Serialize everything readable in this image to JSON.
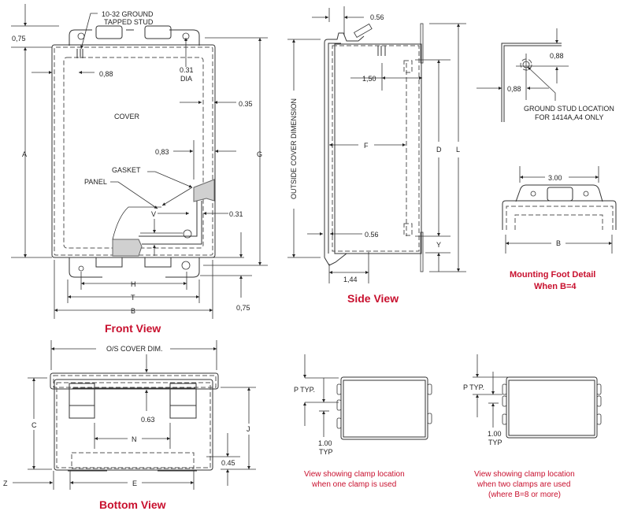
{
  "front_view": {
    "title": "Front View",
    "cover": "COVER",
    "stud_line1": "10-32 GROUND",
    "stud_line2": "TAPPED STUD",
    "dim_top": "0,75",
    "dim_stud": "0,88",
    "dim_hole": "0.31",
    "dim_hole_unit": "DIA",
    "dim_edge": "0.35",
    "dim_gasket": "0,83",
    "gasket": "GASKET",
    "panel": "PANEL",
    "dim_v": "V",
    "dim_panel": "0.31",
    "dim_bottom": "0,75",
    "A": "A",
    "G": "G",
    "H": "H",
    "T": "T",
    "B": "B"
  },
  "side_view": {
    "title": "Side View",
    "outside": "OUTSIDE COVER DIMENSION",
    "dim_top": "0.56",
    "dim_150": "1,50",
    "dim_bottom": "0.56",
    "dim_144": "1,44",
    "F": "F",
    "D": "D",
    "L": "L",
    "Y": "Y"
  },
  "ground_stud": {
    "dim_a": "0,88",
    "dim_b": "0,88",
    "line1": "GROUND STUD LOCATION",
    "line2": "FOR 1414A,A4 ONLY"
  },
  "mounting_foot": {
    "dim": "3.00",
    "B": "B",
    "title1": "Mounting Foot Detail",
    "title2": "When B=4"
  },
  "bottom_view": {
    "title": "Bottom View",
    "cover_dim": "O/S COVER DIM.",
    "C": "C",
    "J": "J",
    "N": "N",
    "E": "E",
    "Z": "Z",
    "dim_063": "0.63",
    "dim_045": "0.45"
  },
  "one_clamp": {
    "p": "P TYP.",
    "d1": "1.00",
    "d2": "TYP",
    "caption1": "View showing clamp location",
    "caption2": "when one clamp is used"
  },
  "two_clamps": {
    "p": "P TYP.",
    "d1": "1.00",
    "d2": "TYP",
    "caption1": "View showing clamp location",
    "caption2": "when two clamps are used",
    "caption3": "(where B=8 or more)"
  }
}
